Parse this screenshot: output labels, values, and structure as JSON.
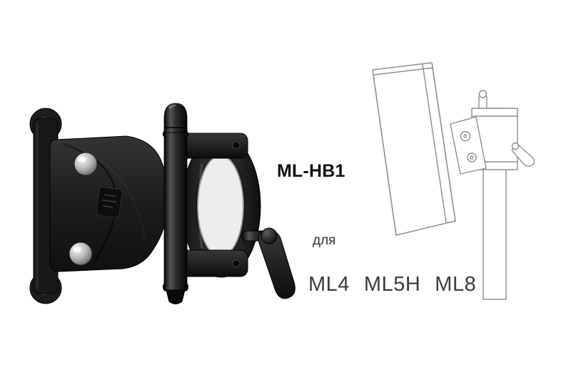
{
  "product": {
    "model": "ML-HB1",
    "for_label": "для",
    "compatible_models": [
      "ML4",
      "ML5H",
      "ML8"
    ]
  },
  "colors": {
    "background": "#ffffff",
    "title_text": "#111111",
    "for_text": "#333333",
    "models_text": "#3d3d3d",
    "diagram_line": "#8f8f8f",
    "bracket_body": "#1c1c1c",
    "screw_silver": "#b9b9b9"
  }
}
